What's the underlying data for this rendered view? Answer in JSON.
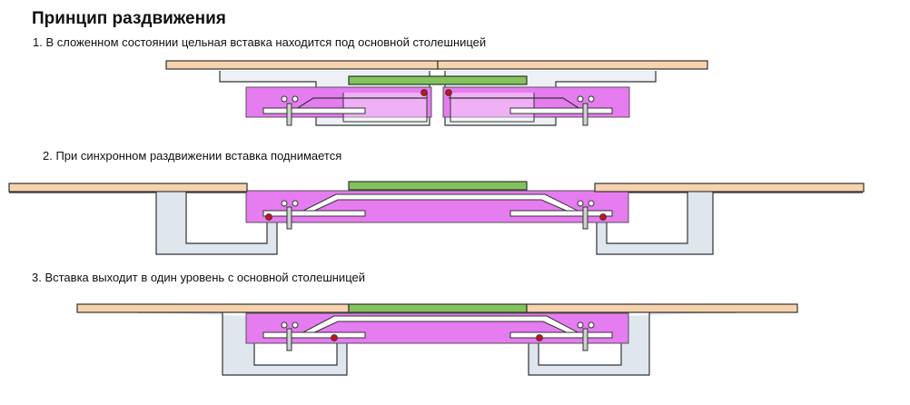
{
  "title": "Принцип раздвижения",
  "steps": [
    {
      "caption": "1. В сложенном состоянии цельная вставка находится под основной столешницей"
    },
    {
      "caption": "2. При синхронном раздвижении вставка поднимается"
    },
    {
      "caption": "3. Вставка выходит в один уровень с основной столешницей"
    }
  ],
  "colors": {
    "tabletop": "#f6d2ad",
    "insert": "#83c35b",
    "mechanism": "#e57cf0",
    "frame": "#dfe6ee",
    "frame_stroke": "#333333",
    "pin": "#c1121f"
  }
}
